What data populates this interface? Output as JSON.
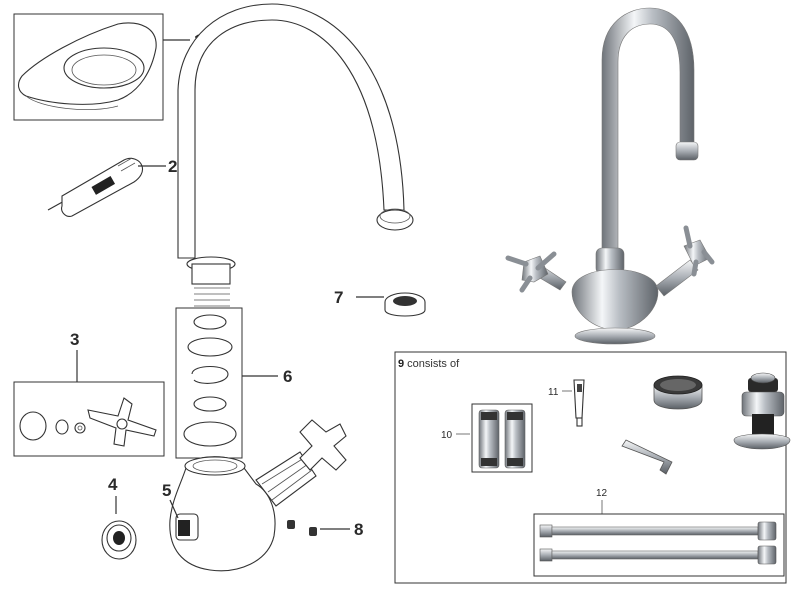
{
  "callouts": {
    "c1": "1",
    "c2": "2",
    "c3": "3",
    "c4": "4",
    "c5": "5",
    "c6": "6",
    "c7": "7",
    "c8": "8",
    "c10": "10",
    "c11": "11",
    "c12": "12"
  },
  "kit_caption": {
    "number": "9",
    "text": " consists of"
  },
  "colors": {
    "line": "#333333",
    "chrome": "#9aa0a6",
    "background": "#ffffff"
  }
}
